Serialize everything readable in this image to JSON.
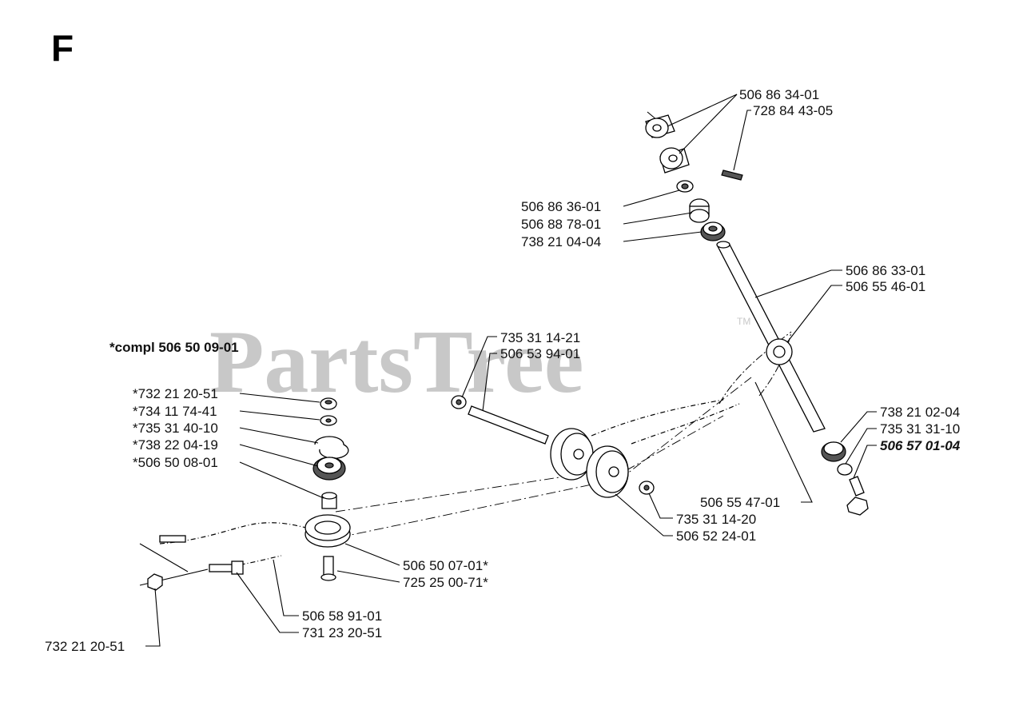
{
  "section_letter": "F",
  "watermark": {
    "text": "PartsTree",
    "trademark": "TM"
  },
  "kit_label": "*compl 506 50 09-01",
  "part_labels": [
    {
      "id": "p1",
      "text": "506 86 34-01"
    },
    {
      "id": "p2",
      "text": "728 84 43-05"
    },
    {
      "id": "p3",
      "text": "506 86 36-01"
    },
    {
      "id": "p4",
      "text": "506 88 78-01"
    },
    {
      "id": "p5",
      "text": "738 21 04-04"
    },
    {
      "id": "p6",
      "text": "506 86 33-01"
    },
    {
      "id": "p7",
      "text": "506 55 46-01"
    },
    {
      "id": "p8",
      "text": "735 31 14-21"
    },
    {
      "id": "p9",
      "text": "506 53 94-01"
    },
    {
      "id": "p10",
      "text": "*732 21 20-51"
    },
    {
      "id": "p11",
      "text": "*734 11 74-41"
    },
    {
      "id": "p12",
      "text": "*735 31 40-10"
    },
    {
      "id": "p13",
      "text": "*738 22 04-19"
    },
    {
      "id": "p14",
      "text": "*506 50 08-01"
    },
    {
      "id": "p15",
      "text": "738 21 02-04"
    },
    {
      "id": "p16",
      "text": "735 31 31-10"
    },
    {
      "id": "p17",
      "text": "506 57 01-04"
    },
    {
      "id": "p18",
      "text": "506 55 47-01"
    },
    {
      "id": "p19",
      "text": "735 31 14-20"
    },
    {
      "id": "p20",
      "text": "506 52 24-01"
    },
    {
      "id": "p21",
      "text": "506 50 07-01*"
    },
    {
      "id": "p22",
      "text": "725 25 00-71*"
    },
    {
      "id": "p23",
      "text": "506 58 91-01"
    },
    {
      "id": "p24",
      "text": "731 23 20-51"
    },
    {
      "id": "p25",
      "text": "732 21 20-51"
    }
  ]
}
